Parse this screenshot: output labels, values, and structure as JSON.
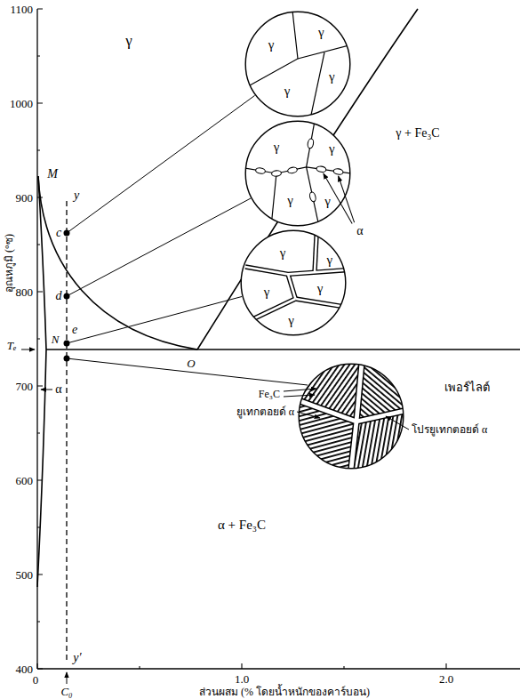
{
  "diagram": {
    "nodes": [
      {
        "text": [
          "γ",
          "γ",
          "γ",
          "γ"
        ]
      },
      {
        "text": [
          "γ",
          "γ",
          "γ",
          "γ"
        ]
      },
      {
        "text": [
          "γ",
          "γ",
          "γ",
          "γ",
          "γ"
        ]
      }
    ],
    "labels": [
      "1100",
      "1000",
      "900",
      "800",
      "700",
      "600",
      "500",
      "400",
      "0",
      "1.0",
      "2.0",
      "อุณหภูมิ (°ซ)",
      "ส่วนผสม (% โดยน้ำหนักของคาร์บอน)",
      "γ",
      "γ + Fe₃C",
      "M",
      "y",
      "c",
      "d",
      "N",
      "e",
      "Tₑ",
      "O",
      "α",
      "เพอร์ไลต์",
      "α + Fe₃C",
      "y′",
      "C₀",
      "α",
      "Fe₃C",
      "ยูเทกตอยด์ α",
      "โปรยูเทกตอยด์ α"
    ]
  }
}
